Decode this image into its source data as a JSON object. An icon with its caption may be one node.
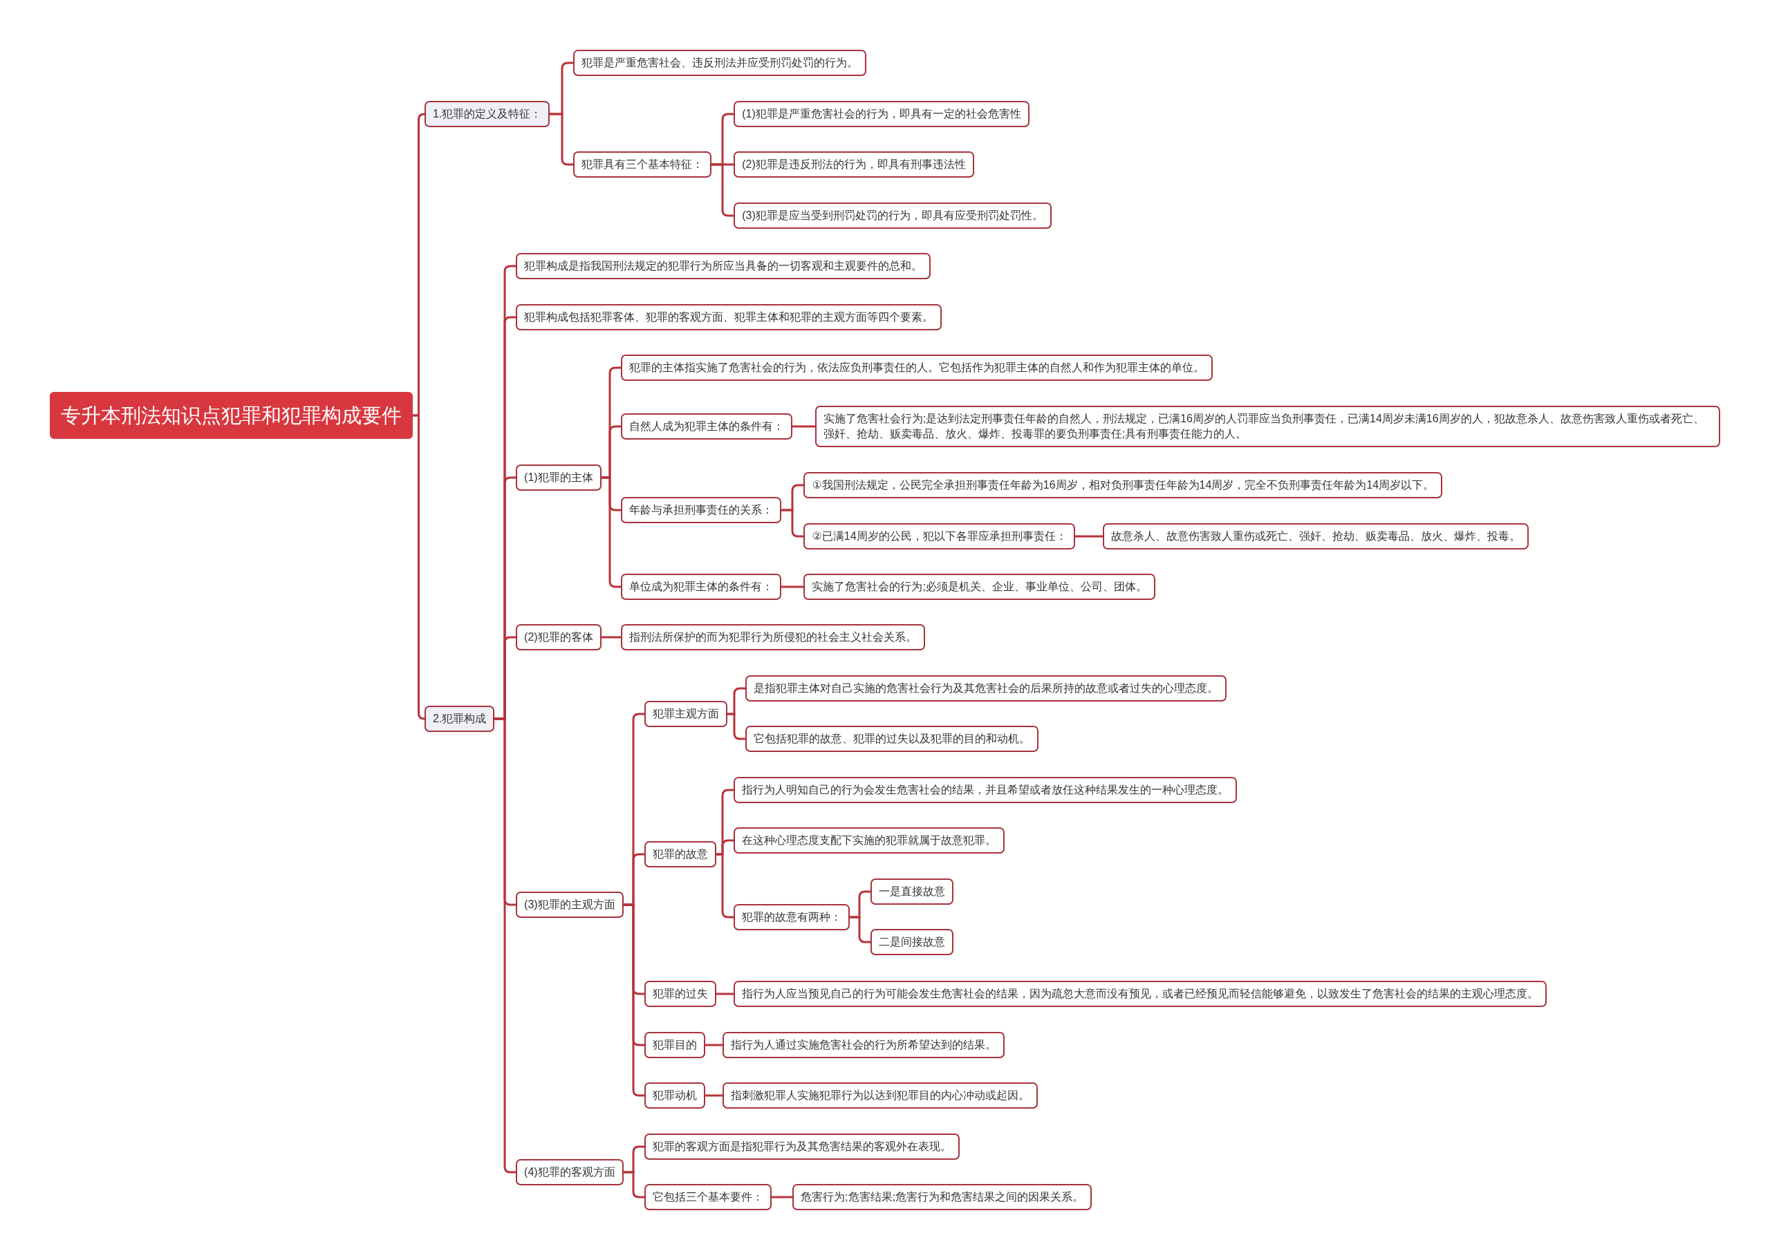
{
  "diagram": {
    "nodes": [
      {
        "text": [
          "专升本刑法知识点犯罪和犯罪构成要件"
        ]
      },
      {
        "text": [
          "1.犯罪的定义及特征："
        ]
      },
      {
        "text": [
          "犯罪是严重危害社会、违反刑法并应受刑罚处罚的行为。"
        ]
      },
      {
        "text": [
          "犯罪具有三个基本特征："
        ]
      },
      {
        "text": [
          "(1)犯罪是严重危害社会的行为，即具有一定的社会危害性"
        ]
      },
      {
        "text": [
          "(2)犯罪是违反刑法的行为，即具有刑事违法性"
        ]
      },
      {
        "text": [
          "(3)犯罪是应当受到刑罚处罚的行为，即具有应受刑罚处罚性。"
        ]
      },
      {
        "text": [
          "2.犯罪构成"
        ]
      },
      {
        "text": [
          "犯罪构成是指我国刑法规定的犯罪行为所应当具备的一切客观和主观要件的总和。"
        ]
      },
      {
        "text": [
          "犯罪构成包括犯罪客体、犯罪的客观方面、犯罪主体和犯罪的主观方面等四个要素。"
        ]
      },
      {
        "text": [
          "(1)犯罪的主体"
        ]
      },
      {
        "text": [
          "犯罪的主体指实施了危害社会的行为，依法应负刑事责任的人。它包括作为犯罪主体的自然人和作为犯罪主体的单位。"
        ]
      },
      {
        "text": [
          "自然人成为犯罪主体的条件有："
        ]
      },
      {
        "text": [
          "实施了危害社会行为;是达到法定刑事责任年龄的自然人，刑法规定，已满16周岁的人罚罪应当负刑事责任，已满14周岁未满16周岁的人，犯故意杀人、故意伤害致人重伤或者死亡、强奸、抢劫、贩卖毒品、放火、爆炸、投毒罪的要负刑事责任;具有刑事责任能力的人。"
        ]
      },
      {
        "text": [
          "年龄与承担刑事责任的关系："
        ]
      },
      {
        "text": [
          "①我国刑法规定，公民完全承担刑事责任年龄为16周岁，相对负刑事责任年龄为14周岁，完全不负刑事责任年龄为14周岁以下。"
        ]
      },
      {
        "text": [
          "②已满14周岁的公民，犯以下各罪应承担刑事责任："
        ]
      },
      {
        "text": [
          "故意杀人、故意伤害致人重伤或死亡、强奸、抢劫、贩卖毒品、放火、爆炸、投毒。"
        ]
      },
      {
        "text": [
          "单位成为犯罪主体的条件有："
        ]
      },
      {
        "text": [
          "实施了危害社会的行为;必须是机关、企业、事业单位、公司、团体。"
        ]
      },
      {
        "text": [
          "(2)犯罪的客体"
        ]
      },
      {
        "text": [
          "指刑法所保护的而为犯罪行为所侵犯的社会主义社会关系。"
        ]
      },
      {
        "text": [
          "(3)犯罪的主观方面"
        ]
      },
      {
        "text": [
          "犯罪主观方面"
        ]
      },
      {
        "text": [
          "是指犯罪主体对自己实施的危害社会行为及其危害社会的后果所持的故意或者过失的心理态度。"
        ]
      },
      {
        "text": [
          "它包括犯罪的故意、犯罪的过失以及犯罪的目的和动机。"
        ]
      },
      {
        "text": [
          "犯罪的故意"
        ]
      },
      {
        "text": [
          "指行为人明知自己的行为会发生危害社会的结果，并且希望或者放任这种结果发生的一种心理态度。"
        ]
      },
      {
        "text": [
          "在这种心理态度支配下实施的犯罪就属于故意犯罪。"
        ]
      },
      {
        "text": [
          "犯罪的故意有两种："
        ]
      },
      {
        "text": [
          "一是直接故意"
        ]
      },
      {
        "text": [
          "二是间接故意"
        ]
      },
      {
        "text": [
          "犯罪的过失"
        ]
      },
      {
        "text": [
          "指行为人应当预见自己的行为可能会发生危害社会的结果，因为疏忽大意而没有预见，或者已经预见而轻信能够避免，以致发生了危害社会的结果的主观心理态度。"
        ]
      },
      {
        "text": [
          "犯罪目的"
        ]
      },
      {
        "text": [
          "指行为人通过实施危害社会的行为所希望达到的结果。"
        ]
      },
      {
        "text": [
          "犯罪动机"
        ]
      },
      {
        "text": [
          "指刺激犯罪人实施犯罪行为以达到犯罪目的内心冲动或起因。"
        ]
      },
      {
        "text": [
          "(4)犯罪的客观方面"
        ]
      },
      {
        "text": [
          "犯罪的客观方面是指犯罪行为及其危害结果的客观外在表现。"
        ]
      },
      {
        "text": [
          "它包括三个基本要件："
        ]
      },
      {
        "text": [
          "危害行为;危害结果;危害行为和危害结果之间的因果关系。"
        ]
      }
    ],
    "edges": [
      {
        "from": 0,
        "to": 1,
        "arrow": "none"
      },
      {
        "from": 1,
        "to": 2,
        "arrow": "none"
      },
      {
        "from": 1,
        "to": 3,
        "arrow": "none"
      },
      {
        "from": 3,
        "to": 4,
        "arrow": "none"
      },
      {
        "from": 3,
        "to": 5,
        "arrow": "none"
      },
      {
        "from": 3,
        "to": 6,
        "arrow": "none"
      },
      {
        "from": 0,
        "to": 7,
        "arrow": "none"
      },
      {
        "from": 7,
        "to": 8,
        "arrow": "none"
      },
      {
        "from": 7,
        "to": 9,
        "arrow": "none"
      },
      {
        "from": 7,
        "to": 10,
        "arrow": "none"
      },
      {
        "from": 10,
        "to": 11,
        "arrow": "none"
      },
      {
        "from": 10,
        "to": 12,
        "arrow": "none"
      },
      {
        "from": 12,
        "to": 13,
        "arrow": "none"
      },
      {
        "from": 10,
        "to": 14,
        "arrow": "none"
      },
      {
        "from": 14,
        "to": 15,
        "arrow": "none"
      },
      {
        "from": 14,
        "to": 16,
        "arrow": "none"
      },
      {
        "from": 16,
        "to": 17,
        "arrow": "none"
      },
      {
        "from": 10,
        "to": 18,
        "arrow": "none"
      },
      {
        "from": 18,
        "to": 19,
        "arrow": "none"
      },
      {
        "from": 7,
        "to": 20,
        "arrow": "none"
      },
      {
        "from": 20,
        "to": 21,
        "arrow": "none"
      },
      {
        "from": 7,
        "to": 22,
        "arrow": "none"
      },
      {
        "from": 22,
        "to": 23,
        "arrow": "none"
      },
      {
        "from": 23,
        "to": 24,
        "arrow": "none"
      },
      {
        "from": 23,
        "to": 25,
        "arrow": "none"
      },
      {
        "from": 22,
        "to": 26,
        "arrow": "none"
      },
      {
        "from": 26,
        "to": 27,
        "arrow": "none"
      },
      {
        "from": 26,
        "to": 28,
        "arrow": "none"
      },
      {
        "from": 26,
        "to": 29,
        "arrow": "none"
      },
      {
        "from": 29,
        "to": 30,
        "arrow": "none"
      },
      {
        "from": 29,
        "to": 31,
        "arrow": "none"
      },
      {
        "from": 22,
        "to": 32,
        "arrow": "none"
      },
      {
        "from": 32,
        "to": 33,
        "arrow": "none"
      },
      {
        "from": 22,
        "to": 34,
        "arrow": "none"
      },
      {
        "from": 34,
        "to": 35,
        "arrow": "none"
      },
      {
        "from": 22,
        "to": 36,
        "arrow": "none"
      },
      {
        "from": 36,
        "to": 37,
        "arrow": "none"
      },
      {
        "from": 7,
        "to": 38,
        "arrow": "none"
      },
      {
        "from": 38,
        "to": 39,
        "arrow": "none"
      },
      {
        "from": 38,
        "to": 40,
        "arrow": "none"
      },
      {
        "from": 40,
        "to": 41,
        "arrow": "none"
      }
    ]
  }
}
